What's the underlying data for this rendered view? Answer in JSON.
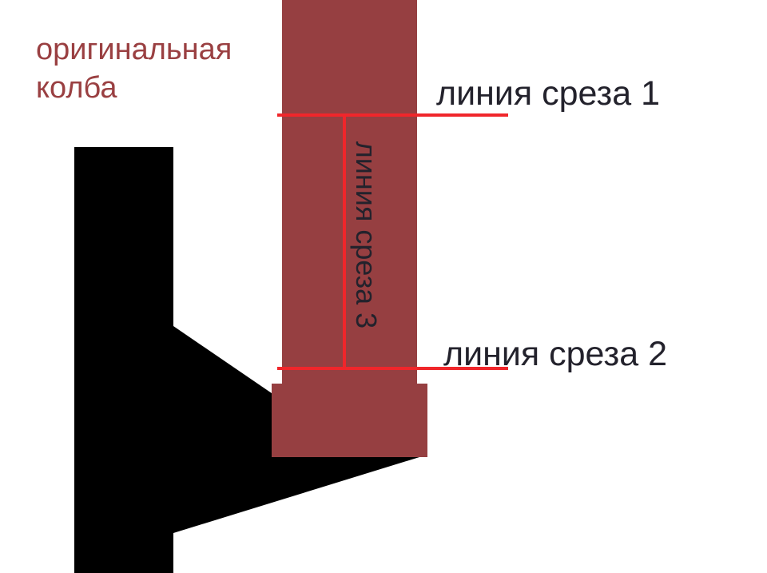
{
  "labels": {
    "title_line1": "оригинальная",
    "title_line2": "колба",
    "cut_line_1": "линия среза 1",
    "cut_line_2": "линия среза 2",
    "cut_line_3": "линия среза 3"
  },
  "colors": {
    "tube": "#963f41",
    "holder": "#000000",
    "cut_line": "#f0262b",
    "text_dark": "#23222c",
    "text_accent": "#9a4042",
    "background": "#ffffff"
  }
}
